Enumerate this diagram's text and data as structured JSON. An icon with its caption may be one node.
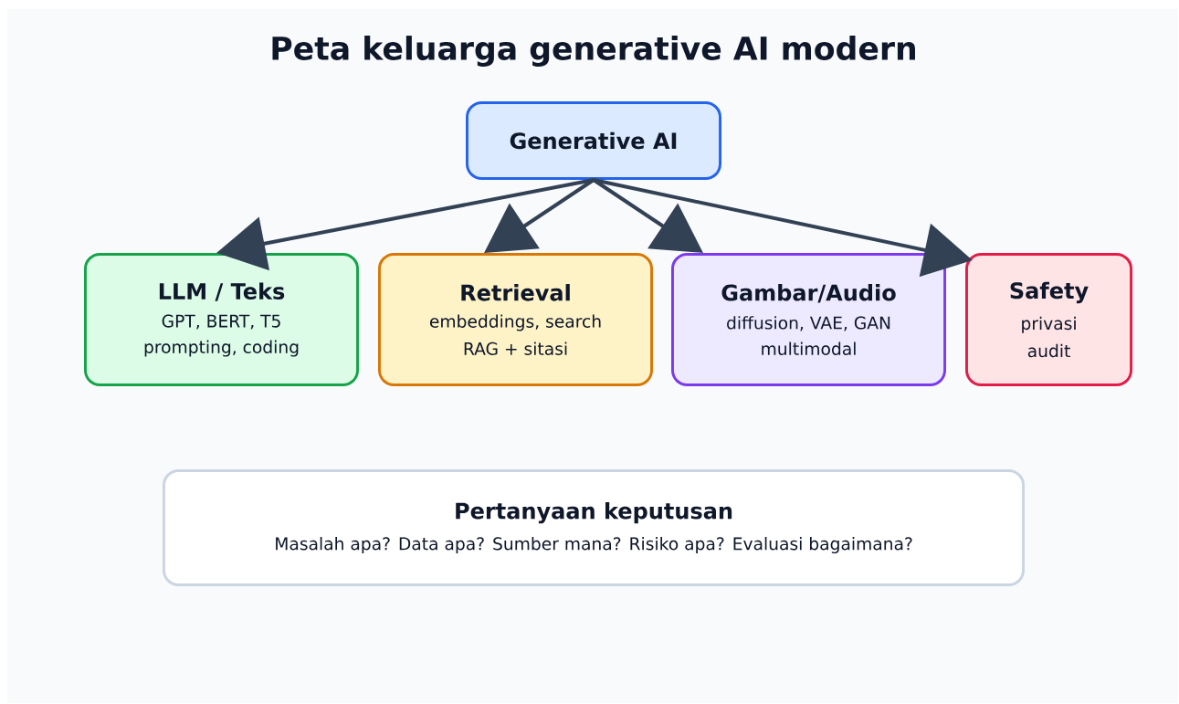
{
  "diagram": {
    "title": "Peta keluarga generative AI modern",
    "nodes": [
      {
        "text": [
          "Generative AI"
        ]
      },
      {
        "text": [
          "LLM / Teks",
          "GPT, BERT, T5",
          "prompting, coding"
        ]
      },
      {
        "text": [
          "Retrieval",
          "embeddings, search",
          "RAG + sitasi"
        ]
      },
      {
        "text": [
          "Gambar/Audio",
          "diffusion, VAE, GAN",
          "multimodal"
        ]
      },
      {
        "text": [
          "Safety",
          "privasi",
          "audit"
        ]
      },
      {
        "text": [
          "Pertanyaan keputusan",
          "Masalah apa? Data apa? Sumber mana? Risiko apa? Evaluasi bagaimana?"
        ]
      }
    ],
    "edges": [
      {
        "from": 0,
        "to": 1,
        "arrow": "to"
      },
      {
        "from": 0,
        "to": 2,
        "arrow": "to"
      },
      {
        "from": 0,
        "to": 3,
        "arrow": "to"
      },
      {
        "from": 0,
        "to": 4,
        "arrow": "to"
      }
    ]
  }
}
